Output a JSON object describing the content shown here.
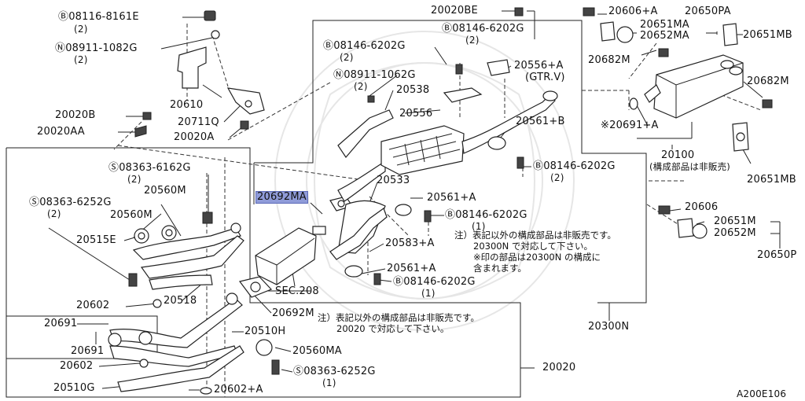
{
  "diagram_id": "A200E106",
  "callouts": {
    "bolt_08116_8161E": "Ⓑ08116-8161E",
    "bolt_08116_8161E_qty": "(2)",
    "nut_08911_1082G": "Ⓝ08911-1082G",
    "nut_08911_1082G_qty": "(2)",
    "p20610": "20610",
    "p20711Q": "20711Q",
    "p20020A": "20020A",
    "p20020B": "20020B",
    "p20020AA": "20020AA",
    "s08363_6162G": "Ⓢ08363-6162G",
    "s08363_6162G_qty": "(2)",
    "p20560M_a": "20560M",
    "s08363_6252G": "Ⓢ08363-6252G",
    "s08363_6252G_qty": "(2)",
    "p20560M_b": "20560M",
    "p20515E": "20515E",
    "p20518": "20518",
    "p20602_a": "20602",
    "p20691_a": "20691",
    "p20691_b": "20691",
    "p20602_b": "20602",
    "p20510G": "20510G",
    "p20602A": "20602+A",
    "p20510H": "20510H",
    "p20560MA": "20560MA",
    "s08363_6252G_b": "Ⓢ08363-6252G",
    "s08363_6252G_b_qty": "(1)",
    "p20020": "20020",
    "p20692M": "20692M",
    "p20692MA": "20692MA",
    "sec208": "SEC.208",
    "b08146_6202G_a": "Ⓑ08146-6202G",
    "b08146_6202G_a_qty": "(2)",
    "n08911_1062G": "Ⓝ08911-1062G",
    "n08911_1062G_qty": "(2)",
    "p20538": "20538",
    "p20556": "20556",
    "p20533": "20533",
    "p20561A_a": "20561+A",
    "b08146_6202G_b": "Ⓑ08146-6202G",
    "b08146_6202G_b_qty": "(1)",
    "p20583A": "20583+A",
    "p20561A_b": "20561+A",
    "b08146_6202G_c": "Ⓑ08146-6202G",
    "b08146_6202G_c_qty": "(1)",
    "p20020BE": "20020BE",
    "b08146_6202G_d": "Ⓑ08146-6202G",
    "b08146_6202G_d_qty": "(2)",
    "p20556A": "20556+A",
    "gtrv": "(GTR.V)",
    "p20561B": "20561+B",
    "b08146_6202G_e": "Ⓑ08146-6202G",
    "b08146_6202G_e_qty": "(2)",
    "p20300N": "20300N",
    "p20606A": "20606+A",
    "p20650PA": "20650PA",
    "p20651MA": "20651MA",
    "p20652MA": "20652MA",
    "p20651MB_a": "20651MB",
    "p20682M_a": "20682M",
    "p20682M_b": "20682M",
    "p20691A": "※20691+A",
    "p20100": "20100",
    "p20100_note": "(構成部品は非販売)",
    "p20651MB_b": "20651MB",
    "p20606": "20606",
    "p20651M": "20651M",
    "p20652M": "20652M",
    "p20650P": "20650P"
  },
  "notes": {
    "upper": [
      "注）表記以外の構成部品は非販売です。",
      "20300N で対応して下さい。",
      "※印の部品は20300N の構成に",
      "含まれます。"
    ],
    "lower": [
      "注）表記以外の構成部品は非販売です。",
      "20020 で対応して下さい。"
    ]
  }
}
